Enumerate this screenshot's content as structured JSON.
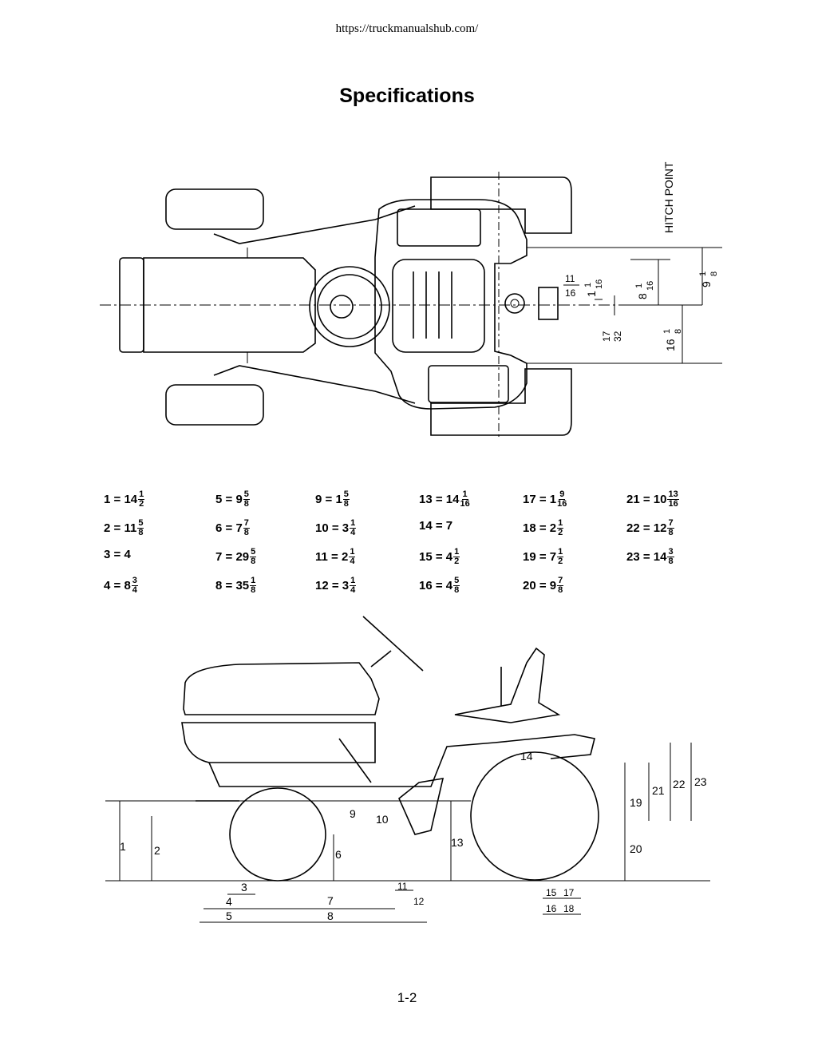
{
  "header": {
    "url": "https://truckmanualshub.com/"
  },
  "title": "Specifications",
  "top_view": {
    "hitch_label": "HITCH POINT",
    "dims": [
      {
        "whole": "",
        "num": "11",
        "den": "16"
      },
      {
        "whole": "1",
        "num": "1",
        "den": "16"
      },
      {
        "whole": "8",
        "num": "1",
        "den": "16"
      },
      {
        "whole": "9",
        "num": "1",
        "den": "8"
      },
      {
        "whole": "",
        "num": "17",
        "den": "32"
      },
      {
        "whole": "16",
        "num": "1",
        "den": "8"
      }
    ]
  },
  "specs": [
    {
      "id": "1",
      "whole": "14",
      "num": "1",
      "den": "2"
    },
    {
      "id": "2",
      "whole": "11",
      "num": "5",
      "den": "8"
    },
    {
      "id": "3",
      "whole": "4",
      "num": "",
      "den": ""
    },
    {
      "id": "4",
      "whole": "8",
      "num": "3",
      "den": "4"
    },
    {
      "id": "5",
      "whole": "9",
      "num": "5",
      "den": "8"
    },
    {
      "id": "6",
      "whole": "7",
      "num": "7",
      "den": "8"
    },
    {
      "id": "7",
      "whole": "29",
      "num": "5",
      "den": "8"
    },
    {
      "id": "8",
      "whole": "35",
      "num": "1",
      "den": "8"
    },
    {
      "id": "9",
      "whole": "1",
      "num": "5",
      "den": "8"
    },
    {
      "id": "10",
      "whole": "3",
      "num": "1",
      "den": "4"
    },
    {
      "id": "11",
      "whole": "2",
      "num": "1",
      "den": "4"
    },
    {
      "id": "12",
      "whole": "3",
      "num": "1",
      "den": "4"
    },
    {
      "id": "13",
      "whole": "14",
      "num": "1",
      "den": "16"
    },
    {
      "id": "14",
      "whole": "7",
      "num": "",
      "den": ""
    },
    {
      "id": "15",
      "whole": "4",
      "num": "1",
      "den": "2"
    },
    {
      "id": "16",
      "whole": "4",
      "num": "5",
      "den": "8"
    },
    {
      "id": "17",
      "whole": "1",
      "num": "9",
      "den": "16"
    },
    {
      "id": "18",
      "whole": "2",
      "num": "1",
      "den": "2"
    },
    {
      "id": "19",
      "whole": "7",
      "num": "1",
      "den": "2"
    },
    {
      "id": "20",
      "whole": "9",
      "num": "7",
      "den": "8"
    },
    {
      "id": "21",
      "whole": "10",
      "num": "13",
      "den": "16"
    },
    {
      "id": "22",
      "whole": "12",
      "num": "7",
      "den": "8"
    },
    {
      "id": "23",
      "whole": "14",
      "num": "3",
      "den": "8"
    }
  ],
  "side_view": {
    "labels": [
      "1",
      "2",
      "3",
      "4",
      "5",
      "6",
      "7",
      "8",
      "9",
      "10",
      "11",
      "12",
      "13",
      "14",
      "15",
      "16",
      "17",
      "18",
      "19",
      "20",
      "21",
      "22",
      "23"
    ]
  },
  "footer": {
    "page": "1-2"
  }
}
